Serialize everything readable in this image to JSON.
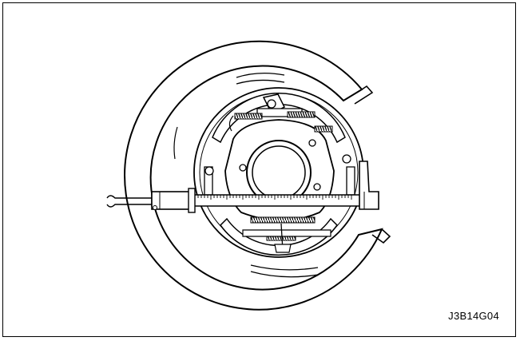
{
  "figure": {
    "code": "J3B14G04",
    "subject": "rear-drum-brake-assembly",
    "tool": "vernier-caliper"
  },
  "colors": {
    "line": "#000000",
    "background": "#ffffff"
  }
}
